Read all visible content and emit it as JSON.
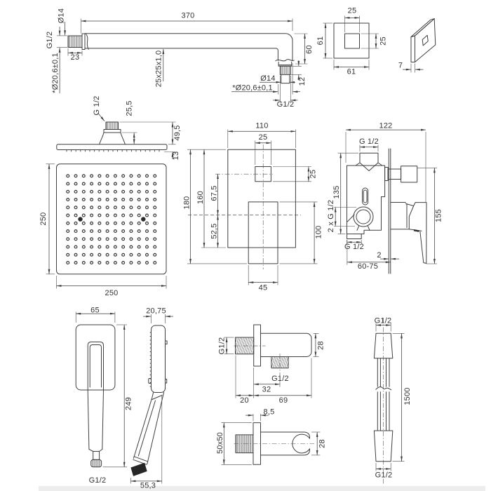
{
  "meta": {
    "title": "Shower set technical drawing",
    "background": "#ffffff",
    "line_color": "#3f3f3f",
    "text_color": "#333333",
    "bottom_bar_color": "#ededed"
  },
  "views": {
    "arm": {
      "dims": {
        "length": "370",
        "pipe_dia_left": "Ø14",
        "thread_left": "G1/2",
        "core_dia_left": "*Ø20,6±0,1",
        "thread_len_left": "23",
        "tube_profile": "25x25x1,0",
        "drop_height": "60",
        "stub_len": "12",
        "pipe_dia_right": "Ø14",
        "core_dia_right": "*Ø20,6±0,1",
        "thread_right": "G1/2"
      }
    },
    "escutcheon": {
      "dims": {
        "hole_w": "25",
        "height": "61",
        "hole_h": "25",
        "width": "61",
        "thickness": "7"
      }
    },
    "head": {
      "dims": {
        "thread": "G 1/2",
        "neck_h": "25,5",
        "total_h": "49,5",
        "plate_t": "13",
        "height": "250",
        "width": "250"
      }
    },
    "mixer_front": {
      "dims": {
        "plate_w": "110",
        "knob_w": "25",
        "knob_h": "25",
        "total_h": "180",
        "plate_h": "160",
        "knob_off": "67,5",
        "lever_off": "52,5",
        "lever_len": "100",
        "lever_w": "45"
      }
    },
    "mixer_side": {
      "dims": {
        "width": "122",
        "inlet": "G 1/2",
        "body_h": "135",
        "ports": "2 x G 1/2",
        "outlet": "G 1/2",
        "plate_t": "2",
        "depth_range": "60-75",
        "trim_h": "155"
      }
    },
    "hand_shower": {
      "dims": {
        "head_w": "65",
        "head_d": "20,75",
        "length": "249",
        "thread": "G1/2",
        "offset": "55,3"
      }
    },
    "elbow": {
      "dims": {
        "inlet": "G1/2",
        "body_d": "28",
        "outlet": "G1/2",
        "outlet_off": "32",
        "wall_len": "20",
        "body_len": "69",
        "plate_t": "8,5",
        "plate_size": "50x50",
        "holder_d": "28"
      }
    },
    "hose": {
      "dims": {
        "thread_top": "G1/2",
        "length": "1500",
        "thread_bottom": "G1/2"
      }
    }
  }
}
